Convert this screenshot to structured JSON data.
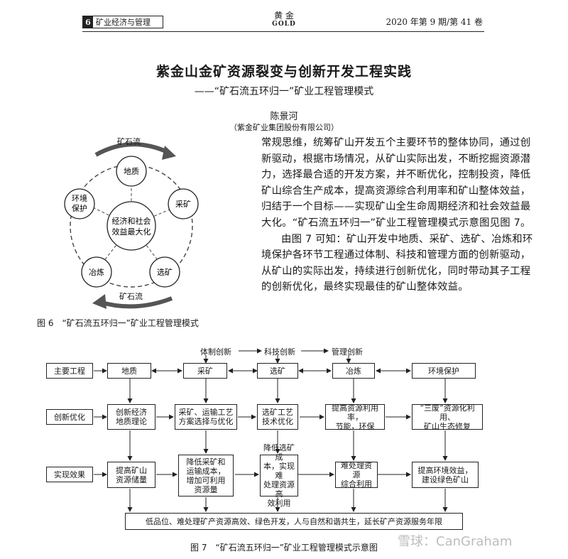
{
  "header": {
    "page_number": "6",
    "section": "矿业经济与管理",
    "journal_cn": "黄 金",
    "journal_en": "GOLD",
    "issue": "2020 年第 9 期/第 41 卷"
  },
  "article": {
    "title": "紫金山金矿资源裂变与创新开发工程实践",
    "subtitle": "——“矿石流五环归一”矿业工程管理模式",
    "author": "陈景河",
    "affiliation": "（紫金矿业集团股份有限公司）",
    "paragraph1": "常规思维，统筹矿山开发五个主要环节的整体协同，通过创新驱动，根据市场情况，从矿山实际出发，不断挖掘资源潜力，选择最合适的开发方案，并不断优化，控制投资，降低矿山综合生产成本，提高资源综合利用率和矿山整体效益，归结于一个目标——实现矿山全生命周期经济和社会效益最大化。“矿石流五环归一”矿业工程管理模式示意图见图 7。",
    "paragraph2": "由图 7 可知：矿山开发中地质、采矿、选矿、冶炼和环境保护各环节工程通过体制、科技和管理方面的创新驱动，从矿山的实际出发，持续进行创新优化，同时带动其子工程的创新优化，最终实现最佳的矿山整体效益。"
  },
  "figure6": {
    "top_label": "矿石流",
    "bottom_label": "矿石流",
    "center": [
      "经济和社会",
      "效益最大化"
    ],
    "nodes": {
      "geology": "地质",
      "mining": "采矿",
      "dressing": "选矿",
      "smelting": "冶炼",
      "environment": [
        "环境",
        "保护"
      ]
    },
    "caption": "图 6　“矿石流五环归一”矿业工程管理模式"
  },
  "figure7": {
    "top_labels": [
      "体制创新",
      "科技创新",
      "管理创新"
    ],
    "row_labels": [
      "主要工程",
      "创新优化",
      "实现效果"
    ],
    "main": [
      "地质",
      "采矿",
      "选矿",
      "冶炼",
      "环境保护"
    ],
    "optimize": [
      [
        "创新经济",
        "地质理论"
      ],
      [
        "采矿、运输工艺",
        "方案选择与优化"
      ],
      [
        "选矿工艺",
        "技术优化"
      ],
      [
        "提高资源利用率，",
        "节能，环保"
      ],
      [
        "“三废”资源化利用、",
        "矿山生态修复"
      ]
    ],
    "effect": [
      [
        "提高矿山",
        "资源储量"
      ],
      [
        "降低采矿和",
        "运输成本，",
        "增加可利用",
        "资源量"
      ],
      [
        "降低选矿成",
        "本，实现难",
        "处理资源高",
        "效利用"
      ],
      [
        "难处理资源",
        "综合利用"
      ],
      [
        "提高环境效益，",
        "建设绿色矿山"
      ]
    ],
    "result": "低品位、难处理矿产资源高效、绿色开发，人与自然和谐共生，延长矿产资源服务年限",
    "caption": "图 7　“矿石流五环归一”矿业工程管理模式示意图"
  },
  "watermark": "雪球：CanGraham"
}
